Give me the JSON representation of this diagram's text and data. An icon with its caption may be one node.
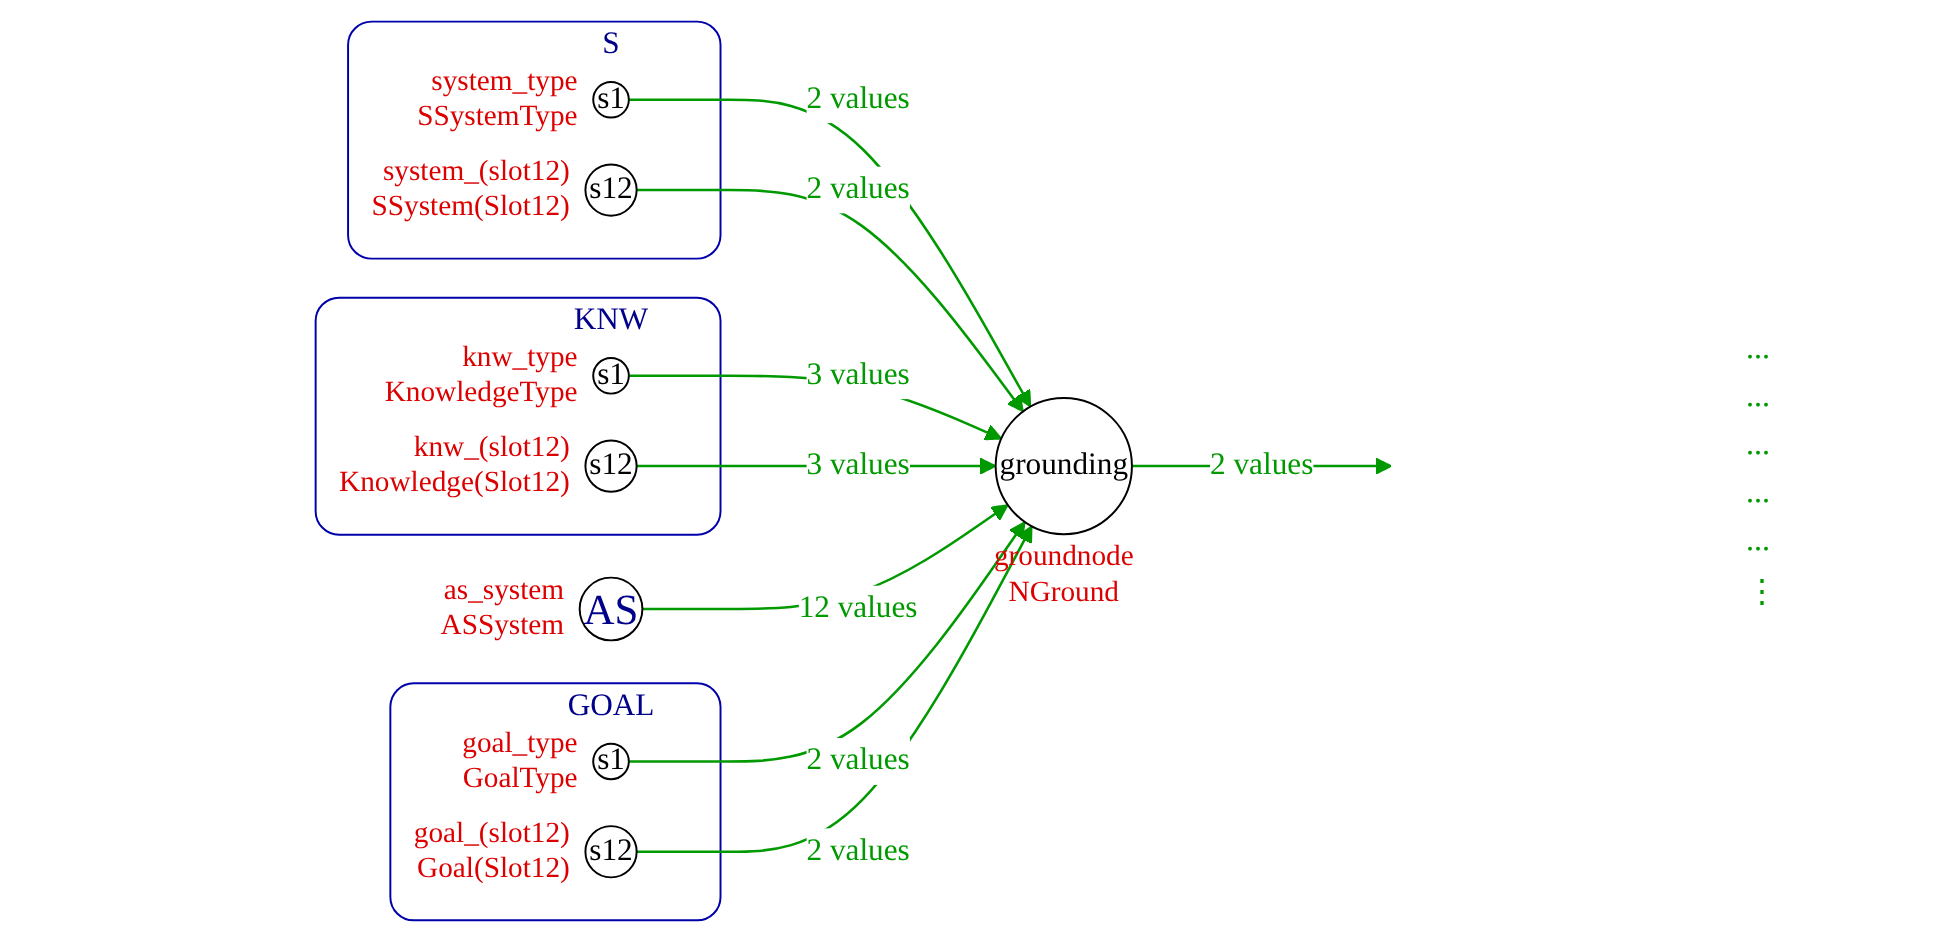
{
  "diagram": {
    "nodes": [
      {
        "text": [
          "S"
        ]
      },
      {
        "text": [
          "s1"
        ],
        "in": 0,
        "beside": [
          "system_type",
          "SSystemType"
        ]
      },
      {
        "text": [
          "s12"
        ],
        "in": 0,
        "beside": [
          "system_(slot12)",
          "SSystem(Slot12)"
        ]
      },
      {
        "text": [
          "KNW"
        ]
      },
      {
        "text": [
          "s1"
        ],
        "in": 3,
        "beside": [
          "knw_type",
          "KnowledgeType"
        ]
      },
      {
        "text": [
          "s12"
        ],
        "in": 3,
        "beside": [
          "knw_(slot12)",
          "Knowledge(Slot12)"
        ]
      },
      {
        "text": [
          "GOAL"
        ]
      },
      {
        "text": [
          "s1"
        ],
        "in": 6,
        "beside": [
          "goal_type",
          "GoalType"
        ]
      },
      {
        "text": [
          "s12"
        ],
        "in": 6,
        "beside": [
          "goal_(slot12)",
          "Goal(Slot12)"
        ]
      },
      {
        "text": [
          "AS"
        ],
        "beside": [
          "as_system",
          "ASSystem"
        ]
      },
      {
        "text": [
          "grounding"
        ],
        "beside": [
          "groundnode",
          "NGround"
        ]
      }
    ],
    "edges": [
      {
        "from": 1,
        "to": 10,
        "arrow": "to",
        "label": "2 values"
      },
      {
        "from": 2,
        "to": 10,
        "arrow": "to",
        "label": "2 values"
      },
      {
        "from": 4,
        "to": 10,
        "arrow": "to",
        "label": "3 values"
      },
      {
        "from": 5,
        "to": 10,
        "arrow": "to",
        "label": "3 values"
      },
      {
        "from": 9,
        "to": 10,
        "arrow": "to",
        "label": "12 values"
      },
      {
        "from": 7,
        "to": 10,
        "arrow": "to",
        "label": "2 values"
      },
      {
        "from": 8,
        "to": 10,
        "arrow": "to",
        "label": "2 values"
      },
      {
        "from": 10,
        "to": null,
        "arrow": "to",
        "label": "2 values"
      }
    ],
    "labels": [
      "...",
      "...",
      "...",
      "...",
      "...",
      "⋮"
    ]
  }
}
